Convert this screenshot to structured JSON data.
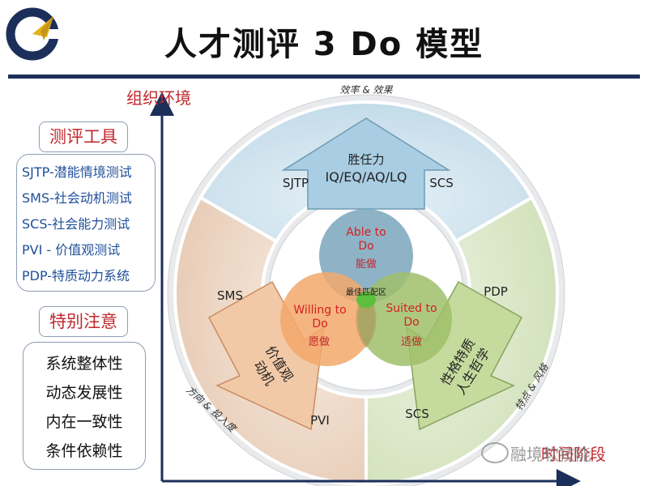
{
  "title": "人才测评 3 Do 模型",
  "axes": {
    "y_label": "组织环境",
    "x_label": "时间阶段"
  },
  "left": {
    "tools_tag": "测评工具",
    "tools": [
      "SJTP-潜能情境测试",
      "SMS-社会动机测试",
      "SCS-社会能力测试",
      "PVI - 价值观测试",
      "PDP-特质动力系统"
    ],
    "notes_tag": "特别注意",
    "notes": [
      "系统整体性",
      "动态发展性",
      "内在一致性",
      "条件依赖性"
    ]
  },
  "ring": {
    "top_caption": "效率 & 效果",
    "left_caption": "方向 & 投入度",
    "right_caption": "特点 & 风格",
    "top": {
      "left_label": "SJTP",
      "right_label": "SCS",
      "arrow_line1": "胜任力",
      "arrow_line2": "IQ/EQ/AQ/LQ"
    },
    "left": {
      "top_label": "SMS",
      "bottom_label": "PVI",
      "arrow_line1": "价值观",
      "arrow_line2": "动机"
    },
    "right": {
      "top_label": "PDP",
      "bottom_label": "SCS",
      "arrow_line1": "性格特质",
      "arrow_line2": "人生哲学"
    }
  },
  "venn": {
    "able_line1": "Able to",
    "able_line2": "Do",
    "able_cn": "能做",
    "willing_line1": "Willing to",
    "willing_line2": "Do",
    "willing_cn": "愿做",
    "suited_line1": "Suited to",
    "suited_line2": "Do",
    "suited_cn": "适做",
    "center": "最佳匹配区"
  },
  "watermark": "融境软技能",
  "colors": {
    "navy": "#1c2f5b",
    "red_text": "#c0272d",
    "blue_text": "#1f4f9a",
    "top_sector": "#cfe3ee",
    "left_sector": "#f0ddcd",
    "right_sector": "#dde8cc",
    "able_circle": "#6d9ab3",
    "willing_circle": "#f1a162",
    "suited_circle": "#98b862",
    "center_lens": "#5dc03c"
  }
}
